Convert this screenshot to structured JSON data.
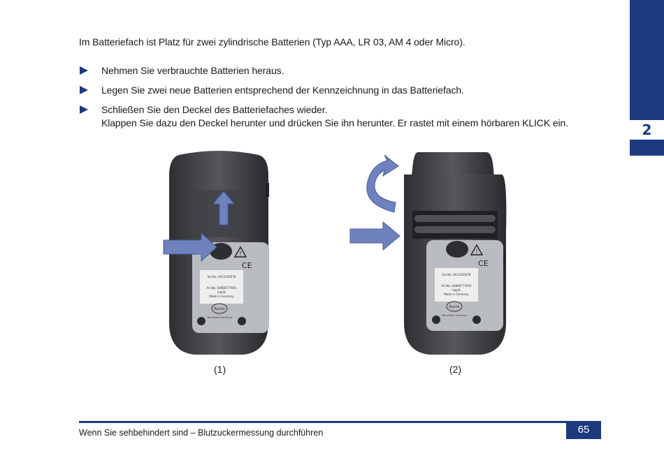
{
  "chapter_tab": "2",
  "intro": "Im Batteriefach ist Platz für zwei zylindrische Batterien (Typ AAA, LR 03, AM 4 oder Micro).",
  "steps": [
    {
      "text": "Nehmen Sie verbrauchte Batterien heraus."
    },
    {
      "text": "Legen Sie zwei neue Batterien entsprechend der Kennzeichnung in das Batteriefach."
    },
    {
      "text": "Schließen Sie den Deckel des Batteriefaches wieder.",
      "text2": "Klappen Sie dazu den Deckel herunter und drücken Sie ihn herunter. Er rastet mit einem hörbaren KLICK ein."
    }
  ],
  "figures": [
    {
      "caption": "(1)",
      "label_lines": [
        "Ser.No. 0012345678",
        "Art.No. 04880777001",
        "mg/dL",
        "Made in Germany"
      ],
      "brand": "Roche",
      "maker": "Mannheim Germany"
    },
    {
      "caption": "(2)",
      "label_lines": [
        "Ser.No. 0012345678",
        "Art.No. 04880777001",
        "mg/dL",
        "Made in Germany"
      ],
      "brand": "Roche",
      "maker": "Mannheim Germany"
    }
  ],
  "footer": {
    "text": "Wenn Sie sehbehindert sind – Blutzuckermessung durchführen",
    "page_number": "65"
  },
  "colors": {
    "brand_blue": "#1d3a7e",
    "arrow_blue": "#6f82bd"
  },
  "icons": [
    "bullet-triangle-icon",
    "warning-icon",
    "ce-mark-icon",
    "arrow-up-icon",
    "arrow-right-icon",
    "curved-arrow-icon"
  ]
}
